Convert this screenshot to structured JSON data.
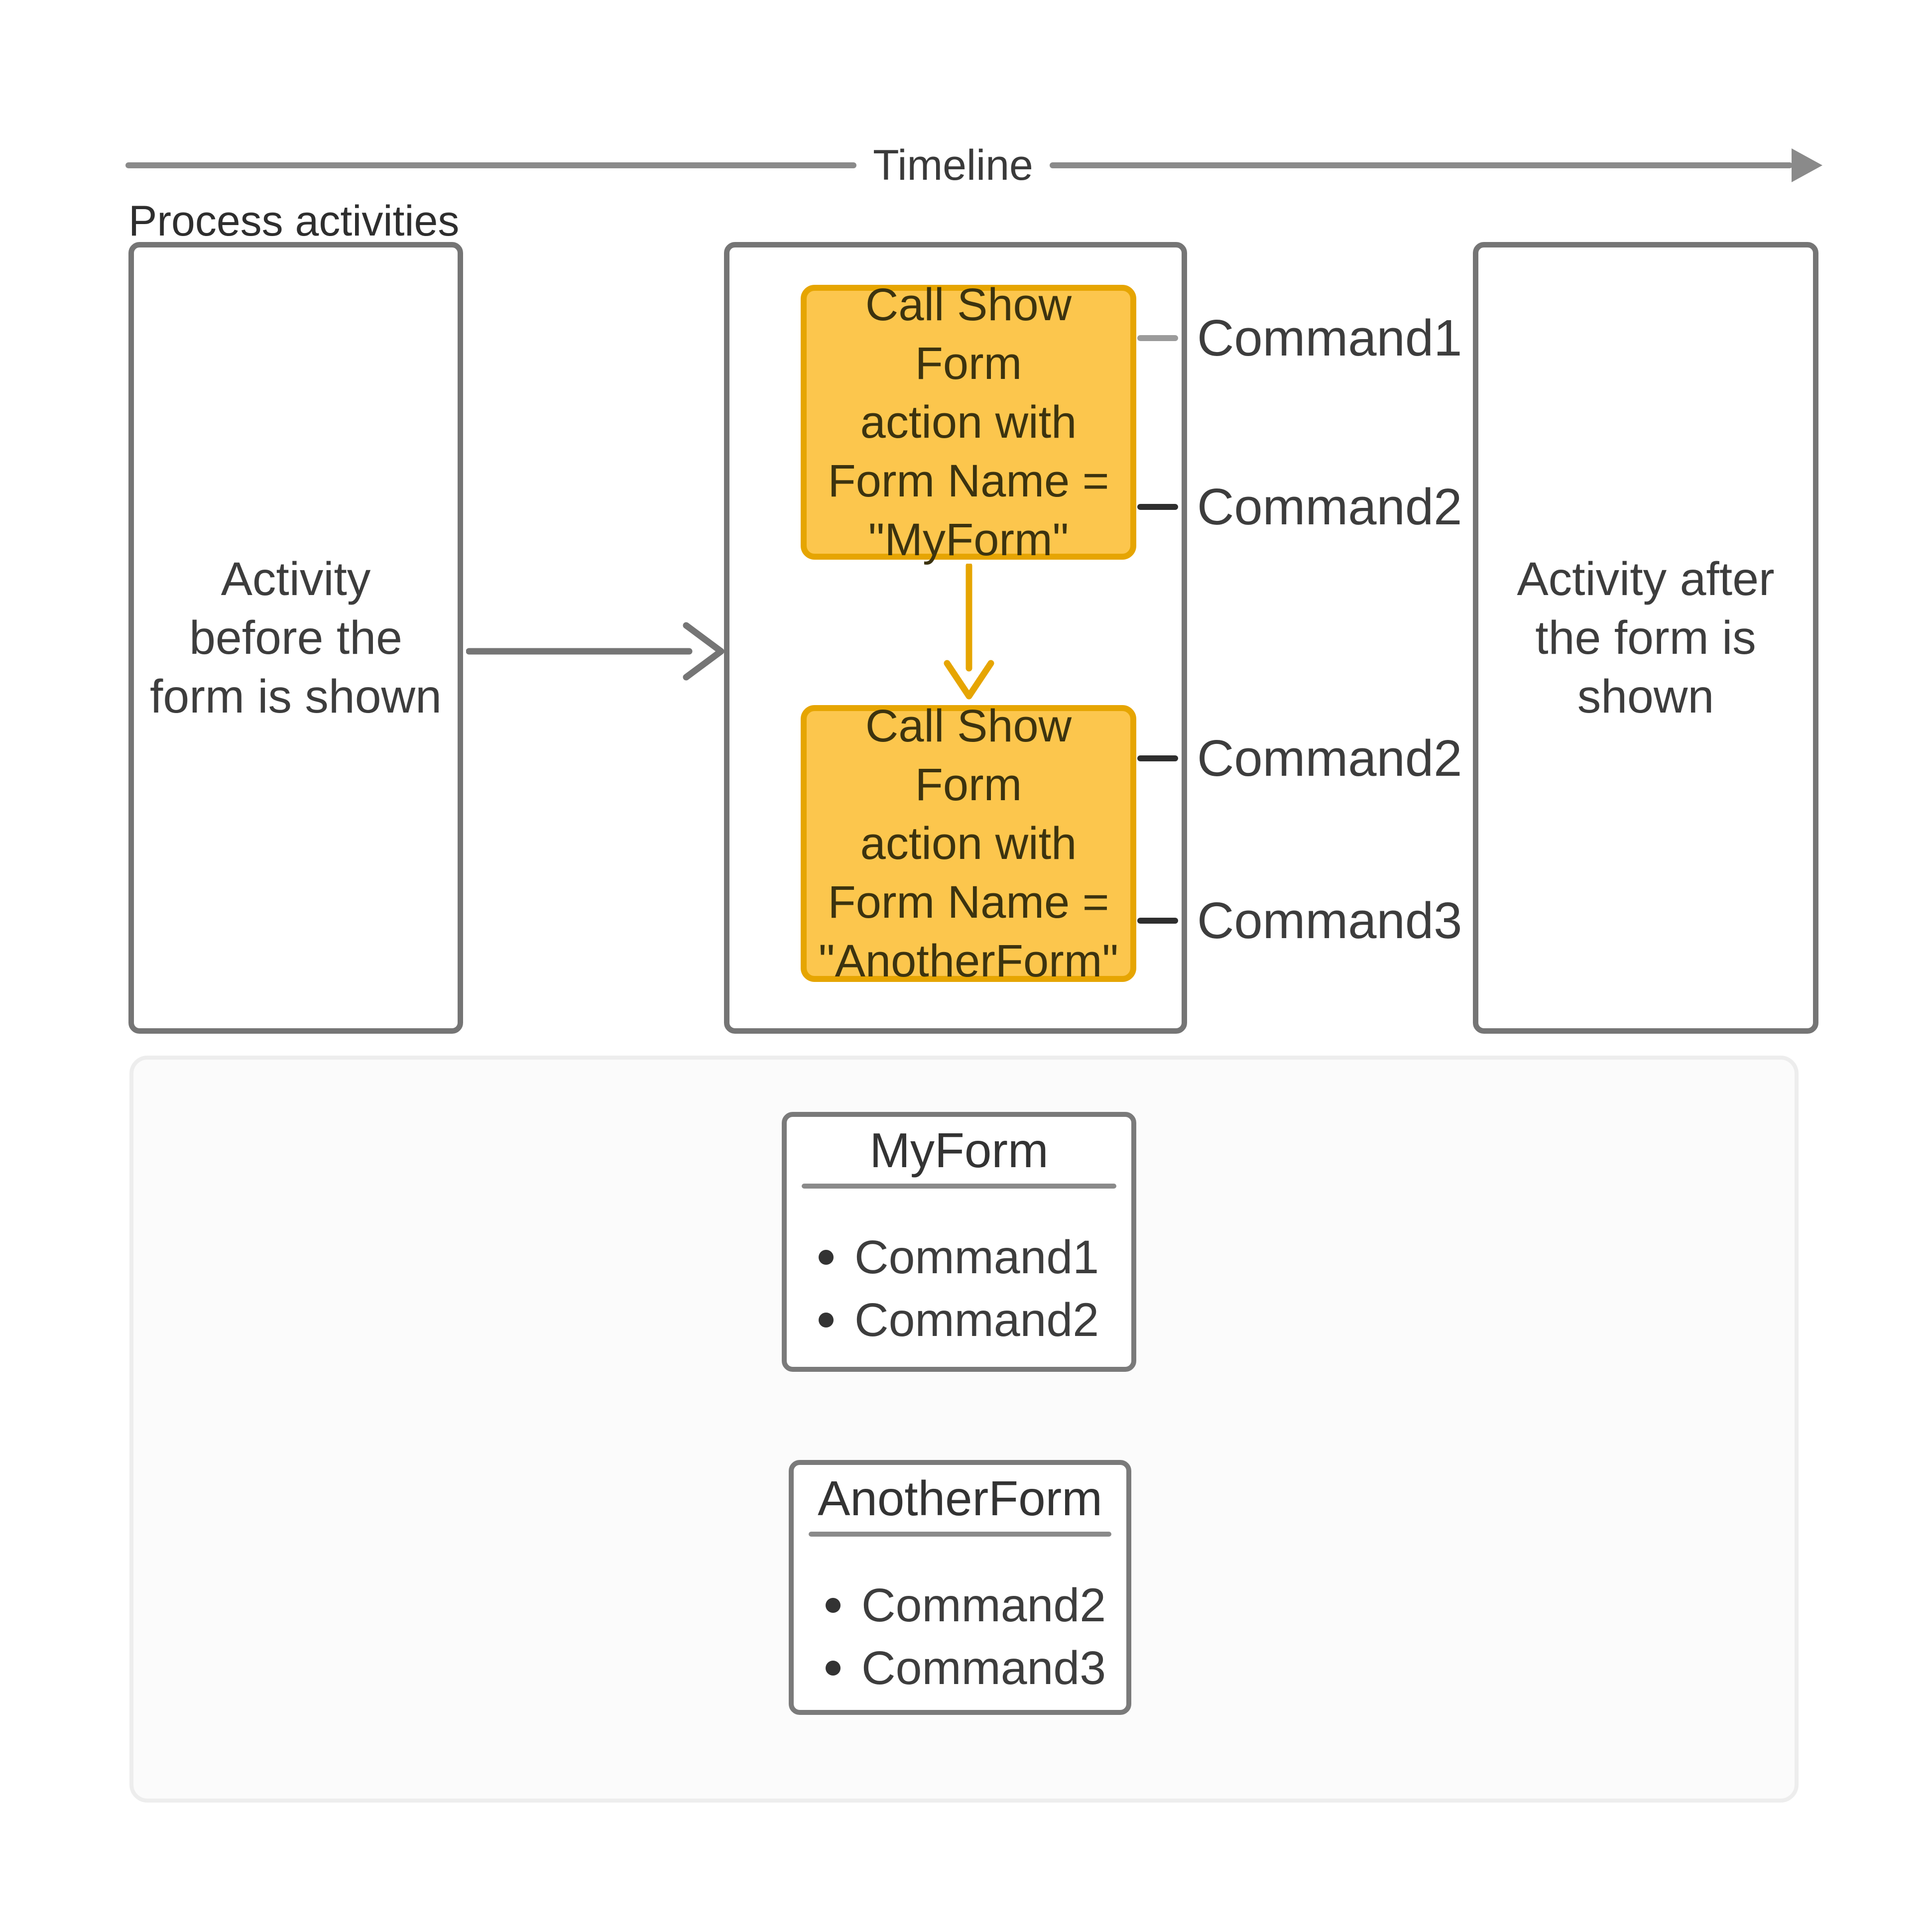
{
  "process_view": {
    "timeline_label": "Timeline",
    "section_label": "Process activities",
    "activity_before": {
      "lines": [
        "Activity",
        "before the",
        "form is shown"
      ]
    },
    "activity_after": {
      "lines": [
        "Activity after",
        "the form is",
        "shown"
      ]
    },
    "show_form_action_1": {
      "lines": [
        "Call Show Form",
        "action with",
        "Form Name =",
        "\"MyForm\""
      ]
    },
    "show_form_action_2": {
      "lines": [
        "Call Show Form",
        "action with",
        "Form Name =",
        "\"AnotherForm\""
      ]
    },
    "commands": [
      {
        "label": "Command1",
        "arrow": "→",
        "tone": "muted"
      },
      {
        "label": "Command2",
        "arrow": "→",
        "tone": "dark"
      },
      {
        "label": "Command2",
        "arrow": "→",
        "tone": "dark"
      },
      {
        "label": "Command3",
        "arrow": "→",
        "tone": "dark"
      }
    ]
  },
  "forms_view": {
    "forms": [
      {
        "title": "MyForm",
        "items": [
          "Command1",
          "Command2"
        ]
      },
      {
        "title": "AnotherForm",
        "items": [
          "Command2",
          "Command3"
        ]
      }
    ]
  },
  "colors": {
    "accent_fill": "#FCC64D",
    "accent_border": "#E6A502",
    "box_border": "#757575",
    "timeline_gray": "#8A8A8A",
    "text_dark": "#3D3D3D",
    "action_text": "#3C330F",
    "muted_connector": "#9B9B9B",
    "dark_connector": "#2E2E2E",
    "panel_border": "#EDEDED",
    "panel_fill": "#FBFBFB"
  }
}
